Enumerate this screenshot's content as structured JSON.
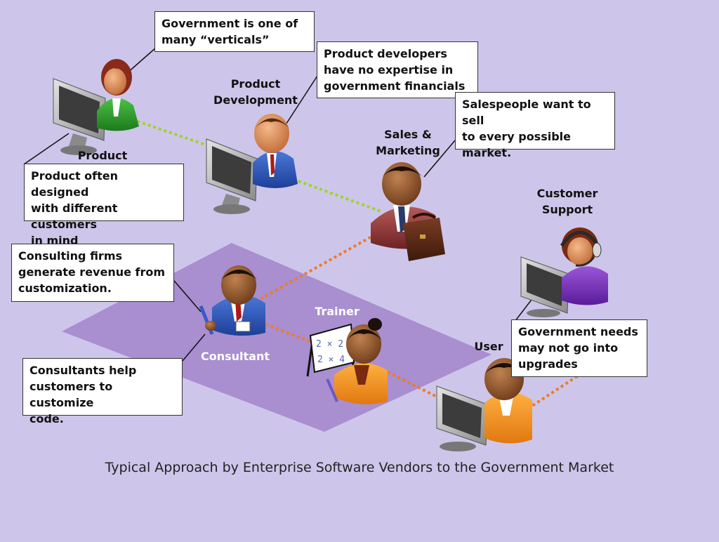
{
  "caption": "Typical Approach by Enterprise Software Vendors to the Government Market",
  "colors": {
    "background": "#cdc6ea",
    "zone": "#a98ed0",
    "link_green": "#9fd32a",
    "link_orange": "#ee7b2a"
  },
  "roles": {
    "product": "Product",
    "product_development": "Product\nDevelopment",
    "sales_marketing": "Sales &\nMarketing",
    "customer_support": "Customer\nSupport",
    "trainer": "Trainer",
    "consultant": "Consultant",
    "user": "User"
  },
  "callouts": {
    "verticals": "Government is one of\nmany “verticals”",
    "developers": "Product developers\nhave no expertise in\ngovernment financials",
    "salespeople": "Salespeople want to sell\nto every possible\nmarket.",
    "designed": "Product often designed\nwith different customers\nin mind",
    "consulting_firms": "Consulting firms\ngenerate revenue from\ncustomization.",
    "consultants_help": "Consultants help\ncustomers to customize\ncode.",
    "government_needs": "Government needs\nmay not go into\nupgrades"
  },
  "icons": [
    "person-woman-icon",
    "person-man-icon",
    "businessman-icon",
    "briefcase-icon",
    "headset-person-icon",
    "computer-monitor-icon",
    "flipchart-icon",
    "pencil-icon",
    "badge-icon"
  ],
  "trainer_board": [
    "2 × 2",
    "2 × 4"
  ]
}
